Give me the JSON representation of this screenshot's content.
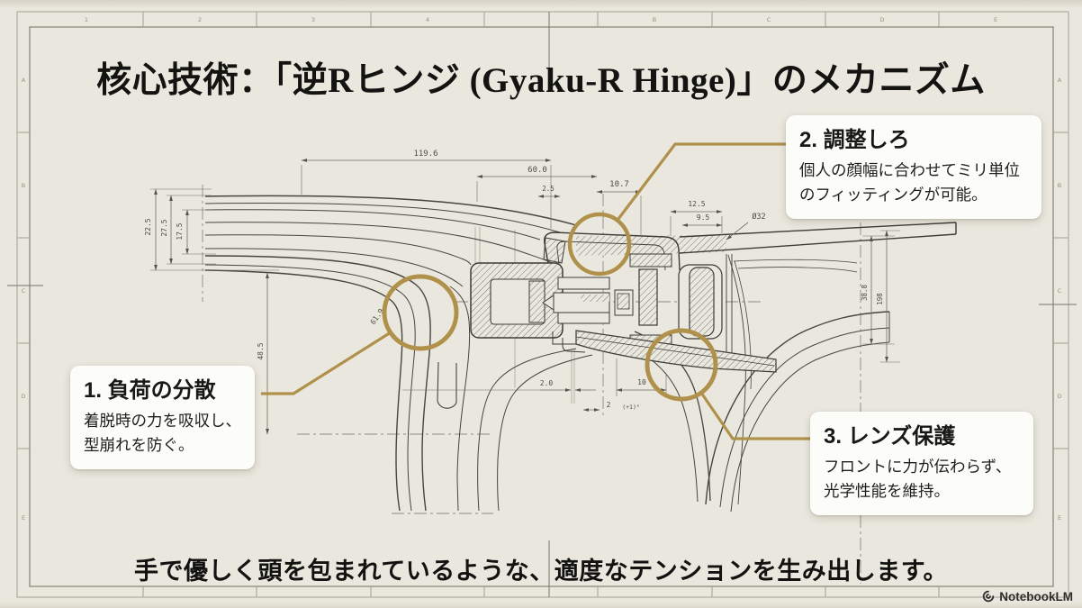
{
  "slide": {
    "title": "核心技術：「逆Rヒンジ (Gyaku-R Hinge)」のメカニズム",
    "caption": "手で優しく頭を包まれているような、適度なテンションを生み出します。",
    "brand": "NotebookLM"
  },
  "callouts": [
    {
      "title": "1. 負荷の分散",
      "lines": [
        "着脱時の力を吸収し、",
        "型崩れを防ぐ。"
      ]
    },
    {
      "title": "2. 調整しろ",
      "lines": [
        "個人の顔幅に合わせてミリ単位",
        "のフィッティングが可能。"
      ]
    },
    {
      "title": "3. レンズ保護",
      "lines": [
        "フロントに力が伝わらず、",
        "光学性能を維持。"
      ]
    }
  ],
  "diagram": {
    "dims": {
      "total_width": "119.6",
      "front_width": "60.0",
      "offset_small": "2.5",
      "hinge_width": "10.7",
      "plate_width": "12.5",
      "plate_inner": "9.5",
      "diameter": "Ø32",
      "temple_h_outer": "22.5",
      "temple_h_mid": "27.5",
      "temple_h_inner": "17.5",
      "drop_height": "48.5",
      "bend_radius": "61.9",
      "gap": "2.0",
      "pitch": "10",
      "tip_gap": "2",
      "tip_tol": "(+1)°",
      "lens_h_inner": "38.8",
      "lens_h_outer": "198"
    },
    "zones": {
      "top": [
        "1",
        "2",
        "3",
        "4",
        "",
        "B",
        "C",
        "D",
        "E"
      ],
      "left": [
        "A",
        "B",
        "C",
        "D",
        "E"
      ],
      "right": [
        "A",
        "B",
        "C",
        "D",
        "E"
      ]
    },
    "colors": {
      "accent_gold": "#b0914c",
      "paper": "#eae8de",
      "card": "#fcfcf9",
      "ink": "#3c3b36"
    }
  }
}
